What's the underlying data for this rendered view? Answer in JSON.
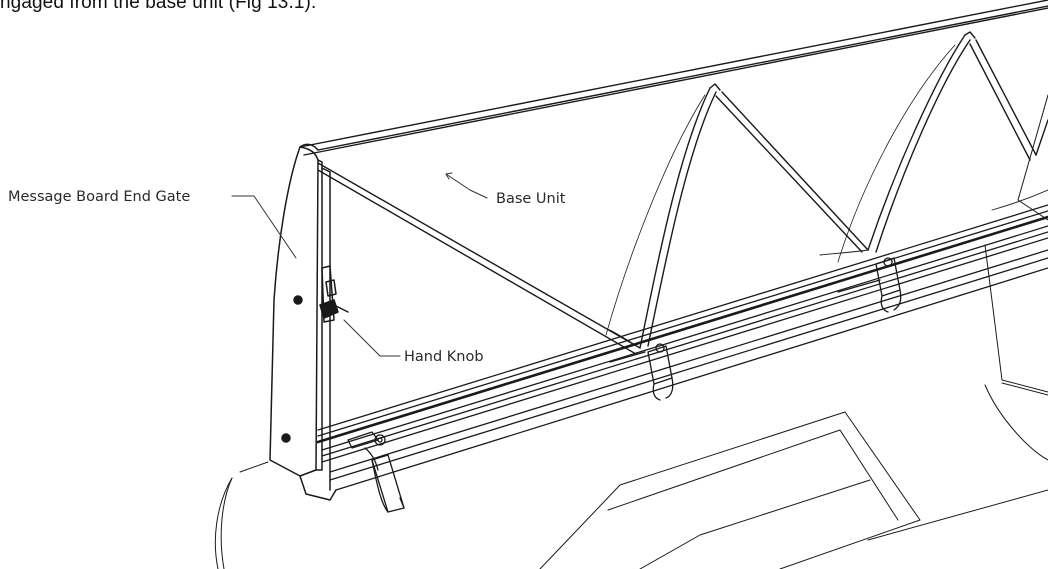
{
  "caption": "ngaged from the base unit (Fig 13.1).",
  "callouts": {
    "end_gate": "Message Board End Gate",
    "base_unit": "Base Unit",
    "hand_knob": "Hand Knob"
  },
  "colors": {
    "line": "#1a1a1a",
    "text": "#2a2a2a"
  }
}
